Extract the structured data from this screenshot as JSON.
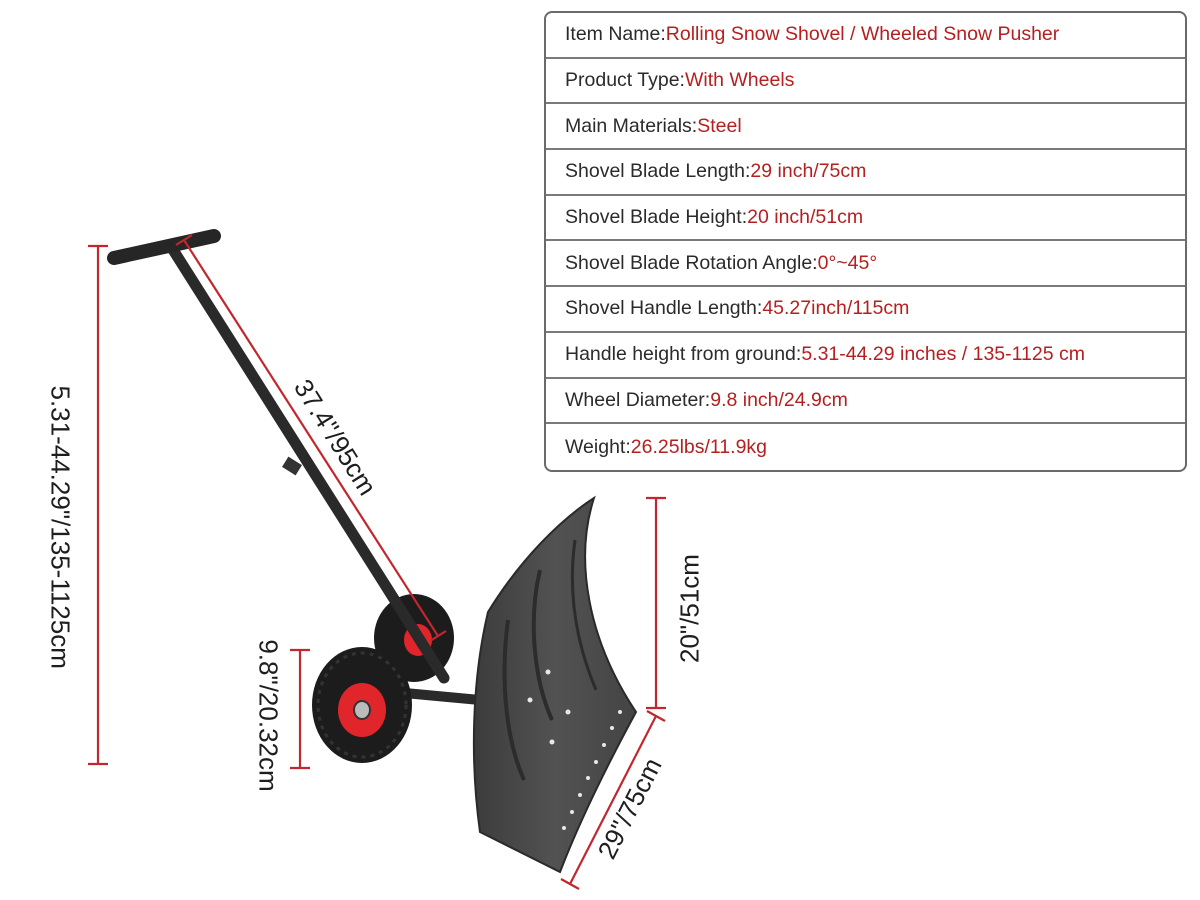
{
  "specs": [
    {
      "label": "Item Name: ",
      "value": "Rolling Snow Shovel / Wheeled Snow Pusher"
    },
    {
      "label": "Product Type: ",
      "value": "With Wheels"
    },
    {
      "label": "Main Materials: ",
      "value": "Steel"
    },
    {
      "label": "Shovel Blade Length: ",
      "value": "29 inch/75cm"
    },
    {
      "label": "Shovel Blade Height: ",
      "value": "20 inch/51cm"
    },
    {
      "label": "Shovel Blade Rotation Angle: ",
      "value": "0°~45°"
    },
    {
      "label": "Shovel Handle Length: ",
      "value": "45.27inch/115cm"
    },
    {
      "label": "Handle height from ground: ",
      "value": "5.31-44.29 inches / 135-1125 cm"
    },
    {
      "label": "Wheel Diameter: ",
      "value": "9.8 inch/24.9cm"
    },
    {
      "label": "Weight: ",
      "value": "26.25lbs/11.9kg"
    }
  ],
  "dimensions": {
    "total_height": "5.31-44.29\"/135-1125cm",
    "handle_length": "37.4\"/95cm",
    "wheel_diameter": "9.8\"/20.32cm",
    "blade_height": "20\"/51cm",
    "blade_length": "29\"/75cm"
  },
  "colors": {
    "accent": "#b61f1f",
    "dim_line": "#c0282e",
    "frame": "#2a2a2a",
    "tire": "#1c1c1c",
    "hub": "#e0262a"
  }
}
